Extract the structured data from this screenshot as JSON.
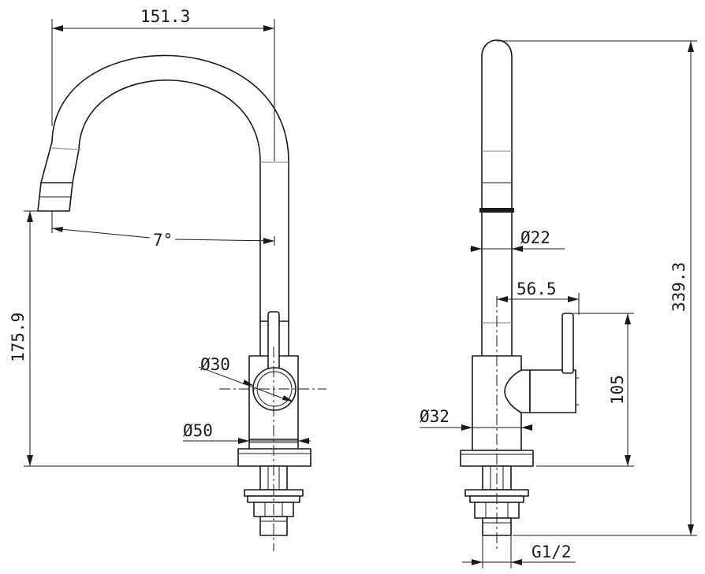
{
  "dimensions": {
    "side_view": {
      "spout_reach": "151.3",
      "spout_angle": "7°",
      "spout_height": "175.9",
      "handle_diameter": "Ø30",
      "base_diameter": "Ø50"
    },
    "front_view": {
      "spout_tube_diameter": "Ø22",
      "handle_offset": "56.5",
      "handle_height": "105",
      "total_height": "339.3",
      "body_diameter": "Ø32",
      "thread": "G1/2"
    }
  }
}
